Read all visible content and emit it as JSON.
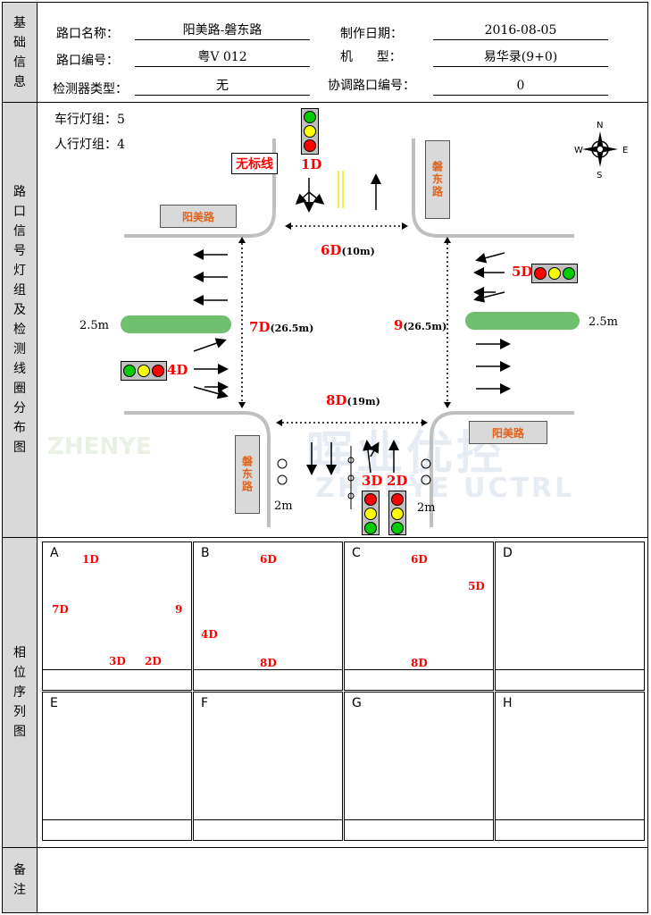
{
  "sections": {
    "basic": "基础信息",
    "diagram": "路口信号灯组及检测线圈分布图",
    "phase": "相位序列图",
    "remarks": "备注"
  },
  "basic_info": {
    "name_label": "路口名称：",
    "name_value": "阳美路-磐东路",
    "date_label": "制作日期：",
    "date_value": "2016-08-05",
    "code_label": "路口编号：",
    "code_value": "粤V 012",
    "machine_label": "机      型：",
    "machine_value": "易华录(9+0)",
    "detector_label": "检测器类型：",
    "detector_value": "无",
    "coord_label": "协调路口编号：",
    "coord_value": "0"
  },
  "diagram": {
    "vehicle_groups": "车行灯组：5",
    "ped_groups": "人行灯组：4",
    "no_marking": "无标线",
    "road_ym": "阳美路",
    "road_pd": "磐东路",
    "compass": {
      "n": "N",
      "s": "S",
      "e": "E",
      "w": "W"
    },
    "g1": "1D",
    "g2": "2D",
    "g3": "3D",
    "g4": "4D",
    "g5": "5D",
    "g6": "6D",
    "g6_len": "(10m)",
    "g7": "7D",
    "g7_len": "(26.5m)",
    "g8": "8D",
    "g8_len": "(19m)",
    "g9": "9",
    "g9_len": "(26.5m)",
    "island_w": "2.5m",
    "island_e": "2.5m",
    "sidewalk_sw": "2m",
    "sidewalk_se": "2m",
    "watermark_cn": "晖业优控",
    "watermark_en": "ZHENYE UCTRL",
    "watermark_left": "ZHENYE"
  },
  "phases": [
    {
      "label": "A",
      "tags": [
        "1D",
        "7D",
        "9",
        "3D",
        "2D"
      ]
    },
    {
      "label": "B",
      "tags": [
        "6D",
        "4D",
        "8D"
      ]
    },
    {
      "label": "C",
      "tags": [
        "6D",
        "5D",
        "8D"
      ]
    },
    {
      "label": "D",
      "tags": []
    },
    {
      "label": "E",
      "tags": []
    },
    {
      "label": "F",
      "tags": []
    },
    {
      "label": "G",
      "tags": []
    },
    {
      "label": "H",
      "tags": []
    }
  ],
  "colors": {
    "red": "#ff0000",
    "yellow": "#ffff00",
    "green": "#00cc00",
    "island": "#6fbf6f",
    "road": "#bfbfbf",
    "label_bg": "#d9d9d9"
  }
}
